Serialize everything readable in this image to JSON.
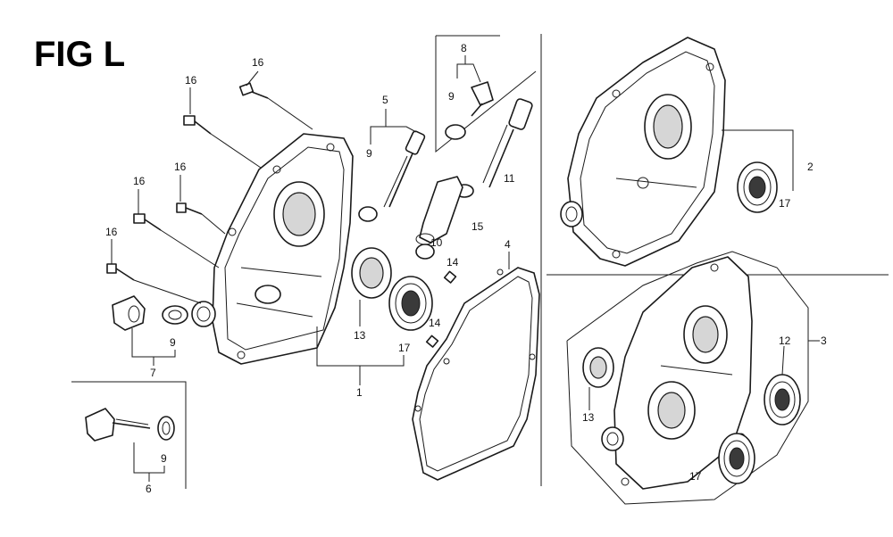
{
  "title": "FIG L",
  "labels": {
    "p1": "1",
    "p2": "2",
    "p3": "3",
    "p4": "4",
    "p5": "5",
    "p6": "6",
    "p7": "7",
    "p8": "8",
    "p9a": "9",
    "p9b": "9",
    "p9c": "9",
    "p9d": "9",
    "p10": "10",
    "p11": "11",
    "p12": "12",
    "p13a": "13",
    "p13b": "13",
    "p14a": "14",
    "p14b": "14",
    "p15": "15",
    "p16a": "16",
    "p16b": "16",
    "p16c": "16",
    "p16d": "16",
    "p16e": "16",
    "p17a": "17",
    "p17b": "17",
    "p17c": "17"
  }
}
